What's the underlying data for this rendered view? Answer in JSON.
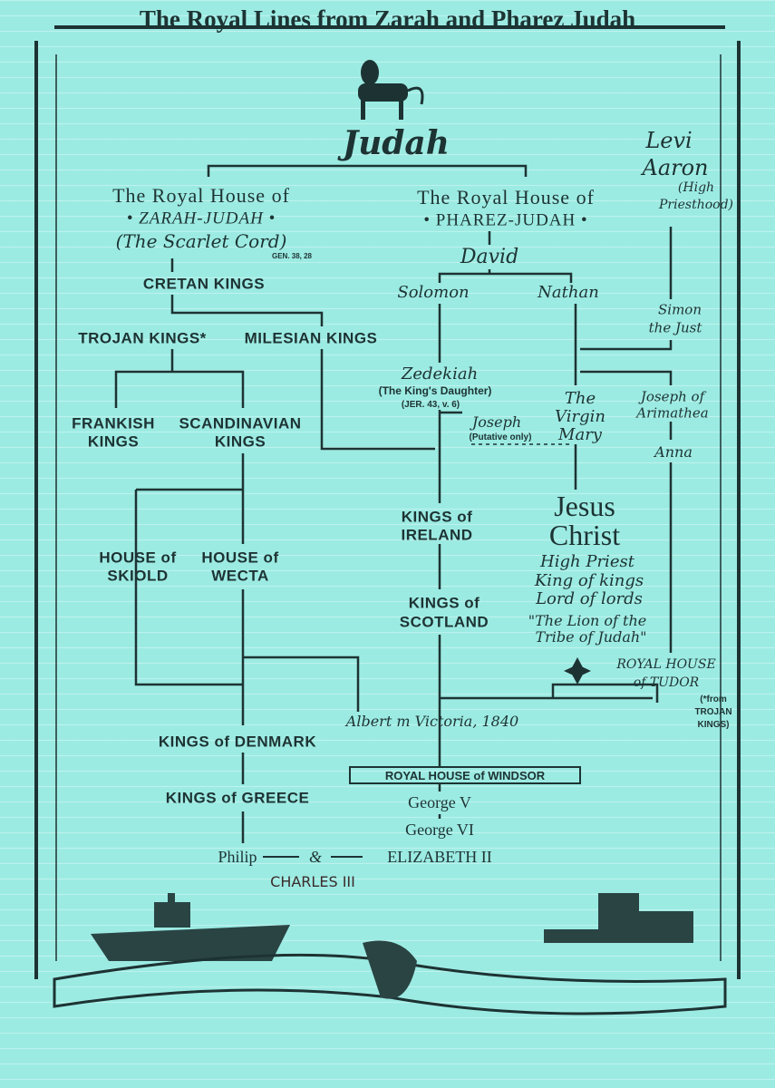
{
  "title": "The Royal Lines from Zarah and Pharez Judah",
  "root": "Judah",
  "zarah": {
    "header_line1": "The Royal House of",
    "header_line2": "• ZARAH-JUDAH •",
    "header_line3": "(The Scarlet Cord)",
    "reference": "GEN. 38, 28",
    "cretan": "CRETAN KINGS",
    "trojan": "TROJAN KINGS*",
    "milesian": "MILESIAN KINGS",
    "frankish_1": "FRANKISH",
    "frankish_2": "KINGS",
    "scand_1": "SCANDINAVIAN",
    "scand_2": "KINGS",
    "skiold_1": "HOUSE of",
    "skiold_2": "SKIOLD",
    "wecta_1": "HOUSE of",
    "wecta_2": "WECTA",
    "denmark": "KINGS of DENMARK",
    "greece": "KINGS of GREECE"
  },
  "pharez": {
    "header_line1": "The Royal House of",
    "header_line2": "• PHAREZ-JUDAH •",
    "david": "David",
    "solomon": "Solomon",
    "nathan": "Nathan",
    "zedekiah": "Zedekiah",
    "kings_daughter": "(The King's Daughter)",
    "jer_ref": "(JER. 43, v. 6)",
    "joseph": "Joseph",
    "joseph_note": "(Putative only)",
    "mary_1": "The",
    "mary_2": "Virgin",
    "mary_3": "Mary",
    "ireland_1": "KINGS of",
    "ireland_2": "IRELAND",
    "scotland_1": "KINGS of",
    "scotland_2": "SCOTLAND",
    "jesus_1": "Jesus",
    "jesus_2": "Christ",
    "titles": [
      "High Priest",
      "King of kings",
      "Lord of lords",
      "\"The Lion of the",
      "Tribe of Judah\""
    ],
    "albert": "Albert m Victoria, 1840",
    "windsor": "ROYAL HOUSE of WINDSOR",
    "george5": "George V",
    "george6": "George VI"
  },
  "levi": {
    "levi": "Levi",
    "aaron": "Aaron",
    "priest_1": "(High",
    "priest_2": "Priesthood)",
    "simon_1": "Simon",
    "simon_2": "the Just",
    "arimathea_1": "Joseph of",
    "arimathea_2": "Arimathea",
    "anna": "Anna",
    "tudor_1": "ROYAL HOUSE",
    "tudor_2": "of TUDOR",
    "tudor_note_1": "(*from",
    "tudor_note_2": "TROJAN",
    "tudor_note_3": "KINGS)"
  },
  "bottom": {
    "philip": "Philip",
    "amp": "&",
    "elizabeth": "ELIZABETH II",
    "charles": "CHARLES III"
  }
}
